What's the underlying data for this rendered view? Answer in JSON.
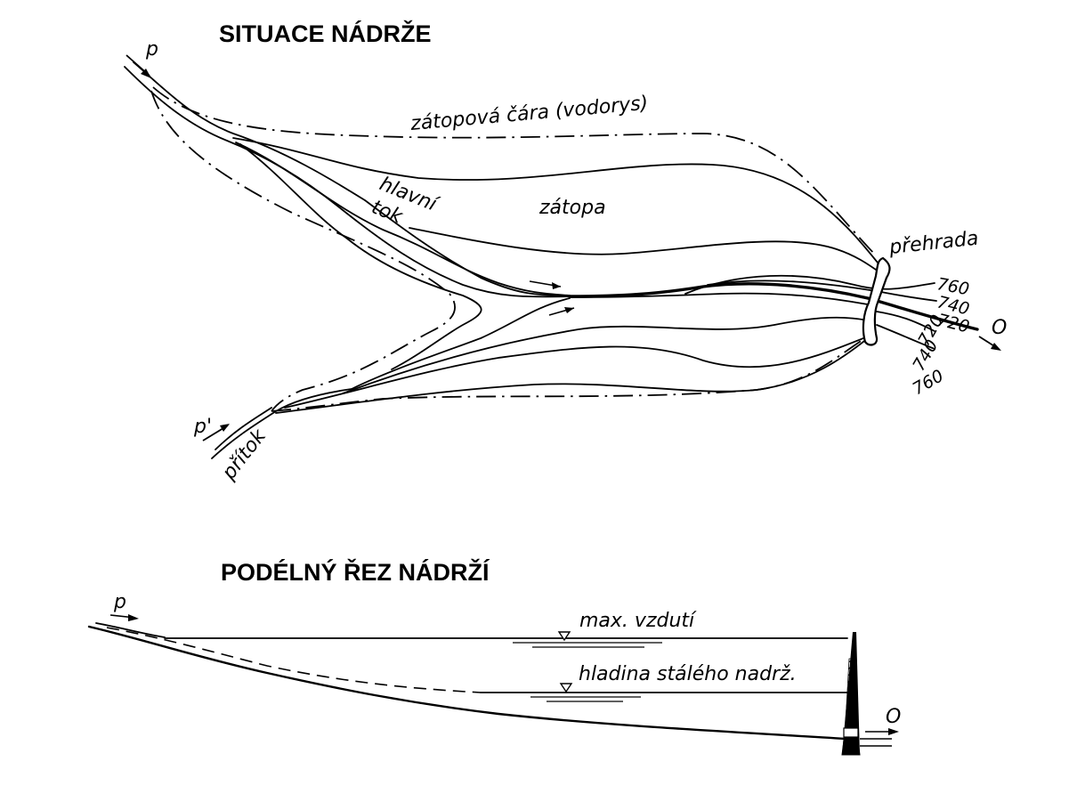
{
  "titles": {
    "plan": "SITUACE NÁDRŽE",
    "section": "PODÉLNÝ ŘEZ NÁDRŽÍ"
  },
  "plan_labels": {
    "inflow_main": "p",
    "inflow_tributary": "p'",
    "tributary": "přítok",
    "flood_line": "zátopová čára (vodorys)",
    "main_stream_1": "hlavní",
    "main_stream_2": "tok",
    "flooded_area": "zátopa",
    "dam": "přehrada",
    "outflow": "O",
    "contours_upper": [
      "760",
      "740",
      "720"
    ],
    "contours_lower": [
      "720",
      "740",
      "760"
    ]
  },
  "section_labels": {
    "inflow": "p",
    "max_level": "max. vzdutí",
    "permanent_level": "hladina stálého nadrž.",
    "outflow": "O"
  }
}
